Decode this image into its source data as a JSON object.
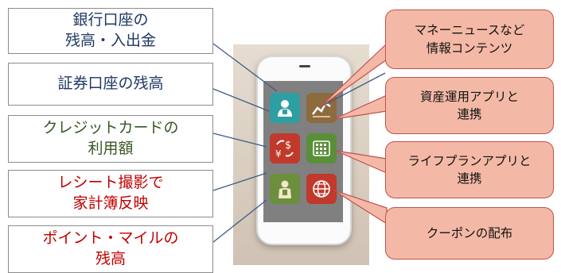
{
  "left_labels": [
    {
      "lines": [
        "銀行口座の",
        "残高・入出金"
      ],
      "color": "#1f3864"
    },
    {
      "lines": [
        "証券口座の残高"
      ],
      "color": "#1f3864"
    },
    {
      "lines": [
        "クレジットカードの",
        "利用額"
      ],
      "color": "#385723"
    },
    {
      "lines": [
        "レシート撮影で",
        "家計簿反映"
      ],
      "color": "#c00000"
    },
    {
      "lines": [
        "ポイント・マイルの",
        "残高"
      ],
      "color": "#c00000"
    }
  ],
  "right_labels": [
    {
      "lines": [
        "マネーニュースなど",
        "情報コンテンツ"
      ]
    },
    {
      "lines": [
        "資産運用アプリと",
        "連携"
      ]
    },
    {
      "lines": [
        "ライフプランアプリと",
        "連携"
      ]
    },
    {
      "lines": [
        "クーポンの配布"
      ]
    }
  ],
  "phone_tiles": [
    {
      "icon": "person-icon",
      "color": "#2d9ea2"
    },
    {
      "icon": "stock-chart-icon",
      "color": "#8c6b3c"
    },
    {
      "icon": "currency-exchange-icon",
      "color": "#c0392b"
    },
    {
      "icon": "calculator-icon",
      "color": "#5a8f3a"
    },
    {
      "icon": "businessman-icon",
      "color": "#6b8f3c"
    },
    {
      "icon": "globe-icon",
      "color": "#c0392b"
    }
  ],
  "colors": {
    "box_fill": "#f4b9a6",
    "box_border": "#c0504d",
    "connector": "#3e5a86"
  }
}
